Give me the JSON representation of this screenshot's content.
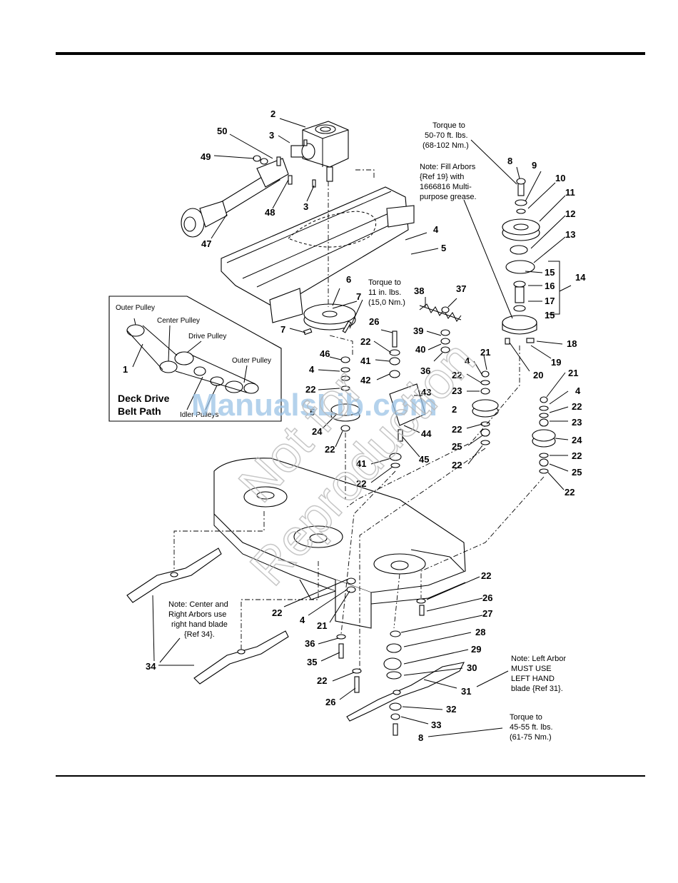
{
  "callouts": {
    "c2": "2",
    "c3a": "3",
    "c3b": "3",
    "c50": "50",
    "c49": "49",
    "c48": "48",
    "c47": "47",
    "c4a": "4",
    "c5": "5",
    "c6": "6",
    "c7a": "7",
    "c7b": "7",
    "c8a": "8",
    "c9": "9",
    "c10": "10",
    "c11": "11",
    "c12": "12",
    "c13": "13",
    "c15a": "15",
    "c16": "16",
    "c17": "17",
    "c15b": "15",
    "c14": "14",
    "c18": "18",
    "c19": "19",
    "c20": "20",
    "c38": "38",
    "c37": "37",
    "c39": "39",
    "c40": "40",
    "c36a": "36",
    "c26a": "26",
    "c22a": "22",
    "c41a": "41",
    "c42": "42",
    "c46": "46",
    "c4b": "4",
    "c22b": "22",
    "c5b": "5",
    "c24a": "24",
    "c22c": "22",
    "c43": "43",
    "c44": "44",
    "c45": "45",
    "c41b": "41",
    "c22d": "22",
    "c21a": "21",
    "c4c": "4",
    "c22e": "22",
    "c23a": "23",
    "c24b": "2",
    "c22f": "22",
    "c25a": "25",
    "c22g": "22",
    "c21b": "21",
    "c4d": "4",
    "c22h": "22",
    "c23b": "23",
    "c24c": "24",
    "c22i": "22",
    "c25b": "25",
    "c22j": "22",
    "c22k": "22",
    "c26b": "26",
    "c27": "27",
    "c28": "28",
    "c29": "29",
    "c30": "30",
    "c31": "31",
    "c32": "32",
    "c33": "33",
    "c8b": "8",
    "c22l": "22",
    "c4e": "4",
    "c21c": "21",
    "c36b": "36",
    "c35": "35",
    "c22m": "22",
    "c26c": "26",
    "c34": "34",
    "c1": "1"
  },
  "notes": {
    "torque_top_right": [
      "Torque to",
      "50-70 ft. lbs.",
      "(68-102 Nm.)"
    ],
    "fill_arbors": [
      "Note: Fill Arbors",
      "{Ref 19} with",
      "1666816 Multi-",
      "purpose grease."
    ],
    "torque_mid": [
      "Torque to",
      "11 in. lbs.",
      "(15,0 Nm.)"
    ],
    "center_right_arbors": [
      "Note: Center and",
      "Right Arbors use",
      "right hand blade",
      "{Ref 34}."
    ],
    "left_arbor": [
      "Note: Left Arbor",
      "MUST  USE",
      "LEFT HAND",
      "blade {Ref 31}."
    ],
    "torque_bottom": [
      "Torque to",
      "45-55 ft. lbs.",
      "(61-75 Nm.)"
    ]
  },
  "inset": {
    "outer_pulley_left": "Outer Pulley",
    "center_pulley": "Center Pulley",
    "drive_pulley": "Drive Pulley",
    "outer_pulley_right": "Outer Pulley",
    "idler_pulleys": "Idler Pulleys",
    "title_line1": "Deck Drive",
    "title_line2": "Belt Path"
  },
  "watermark": {
    "site": "ManualsLib.com",
    "line1": "Not for",
    "line2": "Reproduction"
  },
  "colors": {
    "watermark_blue": "#9cc3e6",
    "watermark_gray": "#b8b8b8",
    "ink": "#000000"
  }
}
